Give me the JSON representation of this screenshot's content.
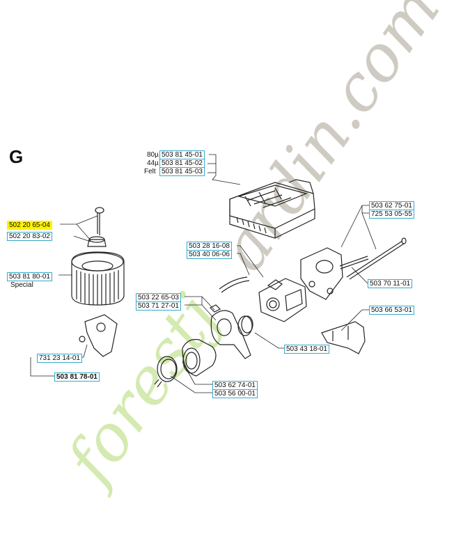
{
  "section_letter": "G",
  "watermark": {
    "text": "forestjardin.com",
    "color_green": "#cfe6a0",
    "color_grey": "#cdc8bd"
  },
  "accent_color": "#33aacc",
  "highlight_color": "#fff200",
  "part_numbers": {
    "p1": "503 81 45-01",
    "p2": "503 81 45-02",
    "p3": "503 81 45-03",
    "p4": "502 20 65-04",
    "p5": "502 20 83-02",
    "p6": "503 81 80-01",
    "p7": "503 28 16-08",
    "p8": "503 40 06-06",
    "p9": "503 62 75-01",
    "p10": "725 53 05-55",
    "p11": "503 70 11-01",
    "p12": "503 22 65-03",
    "p13": "503 71 27-01",
    "p14": "503 66 53-01",
    "p15": "503 43 18-01",
    "p16": "731 23 14-01",
    "p17": "503 81 78-01",
    "p18": "503 62 74-01",
    "p19": "503 56 00-01"
  },
  "prefixes": {
    "p1": "80µ",
    "p2": "44µ",
    "p3": "Felt"
  },
  "notes": {
    "special": "Special"
  }
}
